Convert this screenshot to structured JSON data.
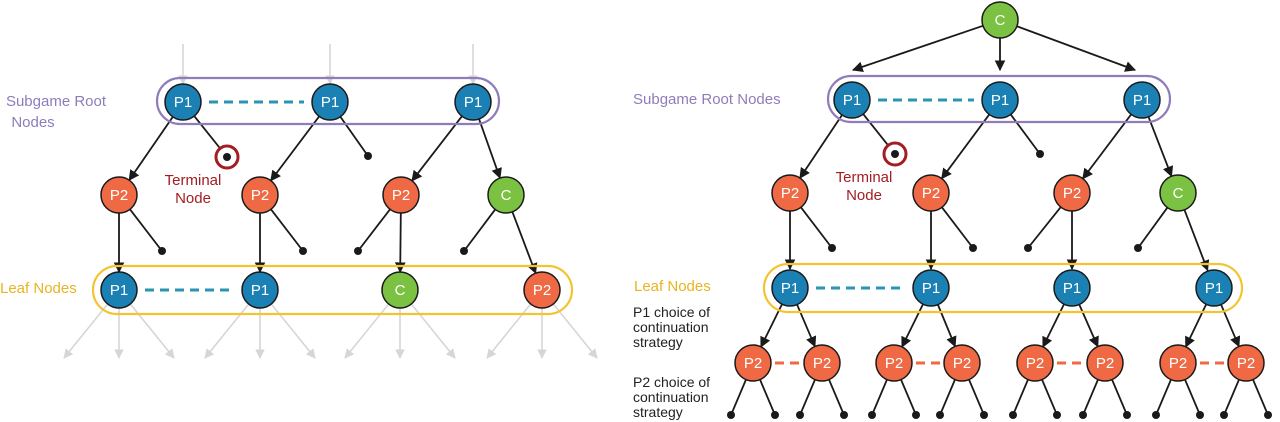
{
  "labels": {
    "subgame_root_nodes": [
      "Subgame Root",
      "Nodes"
    ],
    "subgame_root_nodes_right": "Subgame Root Nodes",
    "terminal_node": [
      "Terminal",
      "Node"
    ],
    "leaf_nodes": "Leaf Nodes",
    "p1_choice": [
      "P1 choice of",
      "continuation",
      "strategy"
    ],
    "p2_choice": [
      "P2 choice of",
      "continuation",
      "strategy"
    ]
  },
  "players": {
    "p1": "P1",
    "p2": "P2",
    "chance": "C"
  },
  "colors": {
    "p1": "#1b80b4",
    "p2": "#ef6a44",
    "chance": "#7bc242",
    "subgame_box": "#8e7dba",
    "leaf_box": "#f4c430",
    "terminal": "#a31d22",
    "faded_edge": "#d6d6d6",
    "p1_dash": "#2a95b2",
    "p2_dash": "#ef6a44",
    "subgame_text": "#8e7dba",
    "leaf_text": "#e8b422",
    "terminal_text": "#a31d22"
  }
}
